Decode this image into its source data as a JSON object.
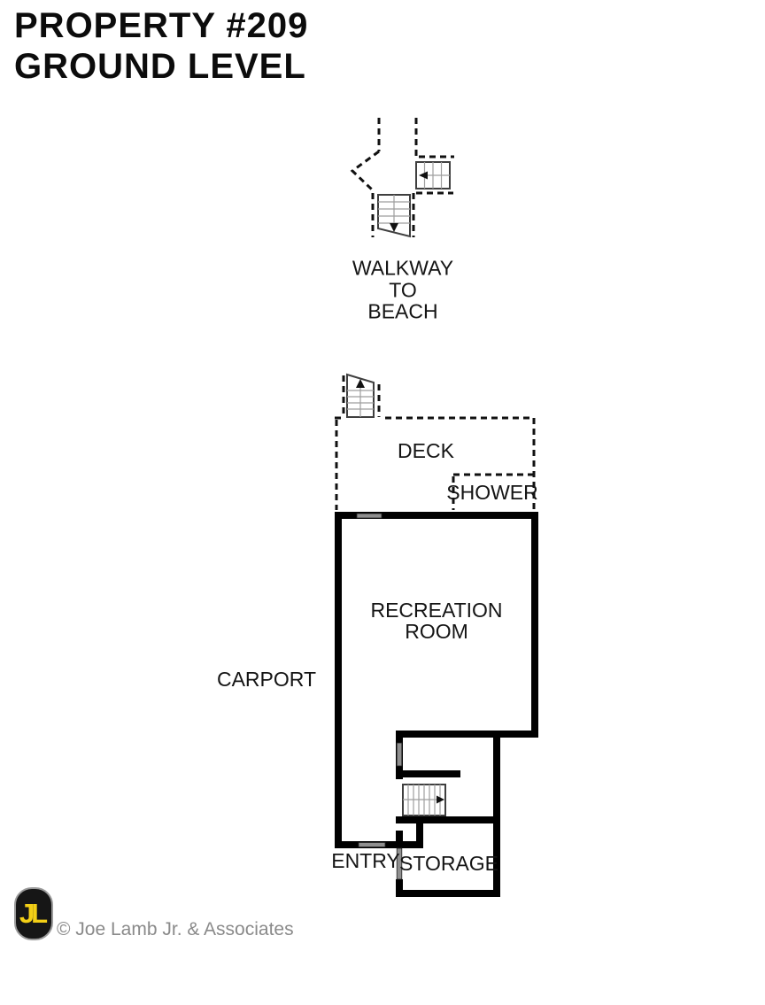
{
  "title": {
    "line1": "PROPERTY #209",
    "line2": "GROUND LEVEL"
  },
  "plan": {
    "walkway_label": {
      "line1": "WALKWAY",
      "line2": "TO",
      "line3": "BEACH"
    },
    "deck_label": "DECK",
    "shower_label": "SHOWER",
    "recreation_label": {
      "line1": "RECREATION",
      "line2": "ROOM"
    },
    "carport_label": "CARPORT",
    "entry_label": "ENTRY",
    "storage_label": "STORAGE"
  },
  "footer": {
    "logo_letters": "JL",
    "copyright": "© Joe Lamb Jr. & Associates"
  },
  "colors": {
    "wall": "#000000",
    "door_window": "#8f8f8f",
    "dashed_line": "#111111",
    "stair_outline": "#3f3f3f",
    "stair_tread": "#9e9e9e",
    "logo_background": "#161616",
    "logo_letters": "#f3cf16",
    "copyright_text": "#8a8a8a"
  }
}
